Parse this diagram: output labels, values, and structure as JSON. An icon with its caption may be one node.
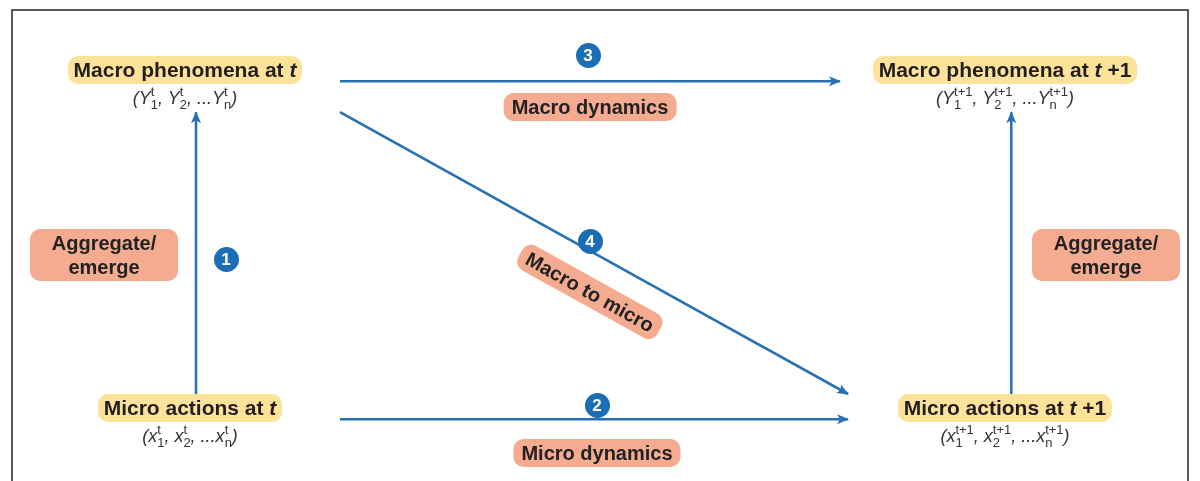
{
  "diagram": {
    "nodes": [
      {
        "text": [
          "Macro phenomena at *t*",
          "(Y$^{t}$$_{1}$, Y$^{t}$$_{2}$, ...Y$^{t}$$_{n}$)"
        ]
      },
      {
        "text": [
          "Macro phenomena at *t* +1",
          "(Y$^{t+1}$$_{1}$, Y$^{t+1}$$_{2}$, ...Y$^{t+1}$$_{n}$)"
        ]
      },
      {
        "text": [
          "Micro actions at *t*",
          "(x$^{t}$$_{1}$, x$^{t}$$_{2}$, ...x$^{t}$$_{n}$)"
        ]
      },
      {
        "text": [
          "Micro actions at *t* +1",
          "(x$^{t+1}$$_{1}$, x$^{t+1}$$_{2}$, ...x$^{t+1}$$_{n}$)"
        ]
      }
    ],
    "edges": [
      {
        "from": 2,
        "to": 0,
        "arrow": "to",
        "label": "Aggregate/ emerge"
      },
      {
        "from": 2,
        "to": 3,
        "arrow": "to",
        "label": "Micro dynamics"
      },
      {
        "from": 0,
        "to": 1,
        "arrow": "to",
        "label": "Macro dynamics"
      },
      {
        "from": 0,
        "to": 3,
        "arrow": "to",
        "label": "Macro to micro"
      },
      {
        "from": 3,
        "to": 1,
        "arrow": "to",
        "label": "Aggregate/ emerge"
      }
    ],
    "labels": [
      "3",
      "4",
      "1",
      "2"
    ]
  }
}
